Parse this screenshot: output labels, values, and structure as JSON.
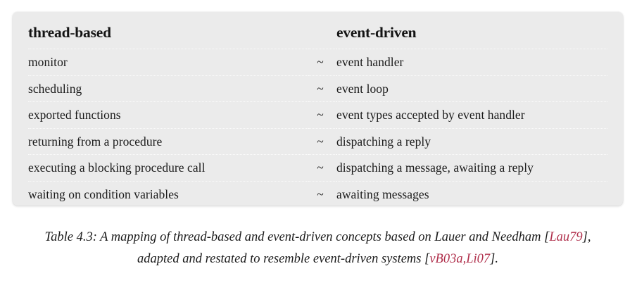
{
  "figure": {
    "panel_background": "#ebebeb",
    "page_background": "#ffffff",
    "citation_color": "#b0304c"
  },
  "table": {
    "headers": {
      "left": "thread-based",
      "relation": "",
      "right": "event-driven"
    },
    "relation_symbol": "~",
    "rows": [
      {
        "left": "monitor",
        "rel": "~",
        "right": "event handler"
      },
      {
        "left": "scheduling",
        "rel": "~",
        "right": "event loop"
      },
      {
        "left": "exported functions",
        "rel": "~",
        "right": "event types accepted by event handler"
      },
      {
        "left": "returning from a procedure",
        "rel": "~",
        "right": "dispatching a reply"
      },
      {
        "left": "executing a blocking procedure call",
        "rel": "~",
        "right": "dispatching a message, awaiting a reply"
      },
      {
        "left": "waiting on condition variables",
        "rel": "~",
        "right": "awaiting messages"
      }
    ]
  },
  "caption": {
    "line1": {
      "pre": "Table 4.3: A mapping of thread-based and event-driven concepts based on Lauer and Needham [",
      "cite": "Lau79",
      "post": "],"
    },
    "line2": {
      "pre": "adapted and restated to resemble event-driven systems [",
      "cite": "vB03a,Li07",
      "post": "]."
    }
  }
}
